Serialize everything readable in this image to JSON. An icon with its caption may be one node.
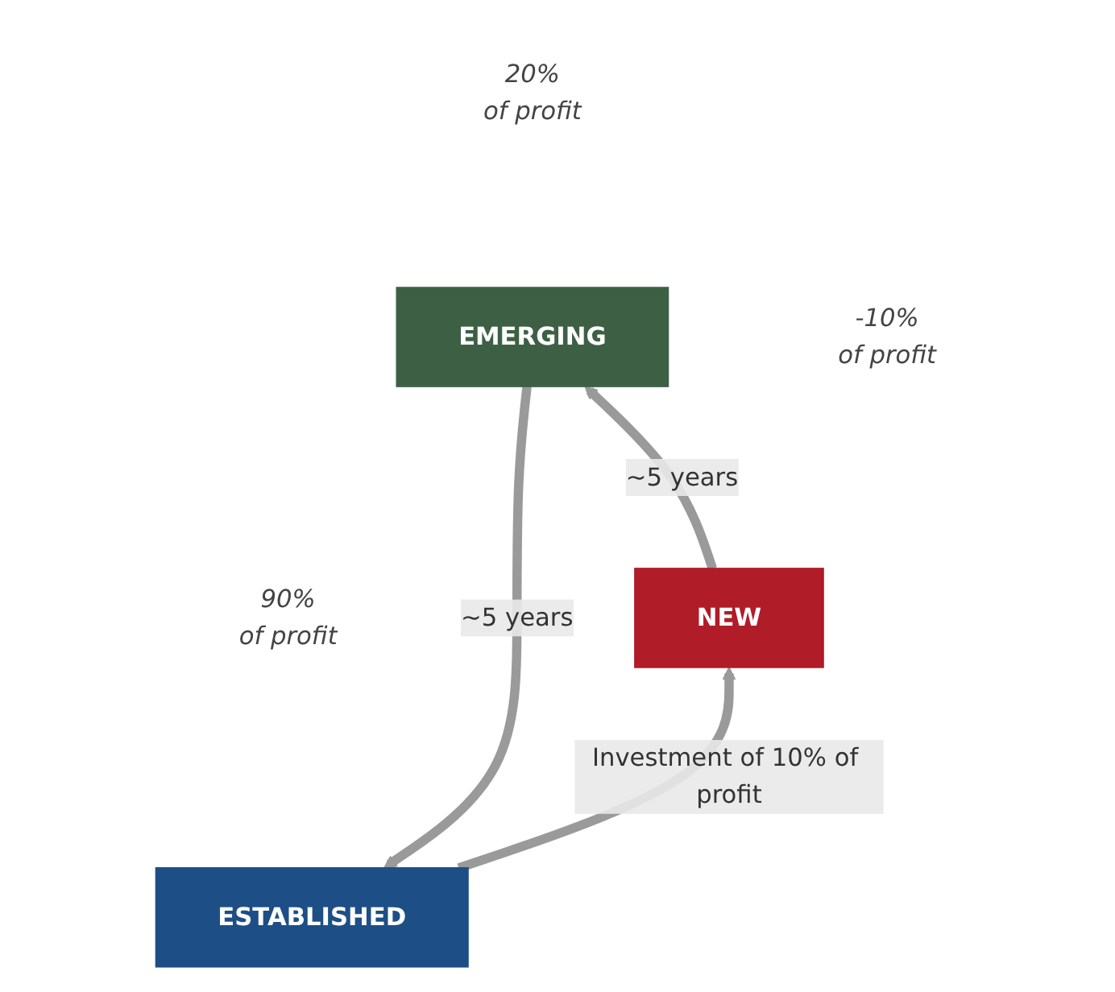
{
  "diagram": {
    "nodes": [
      {
        "text": [
          "ESTABLISHED"
        ],
        "beside": [
          "90%",
          "of profit"
        ]
      },
      {
        "text": [
          "EMERGING"
        ],
        "beside": [
          "20%",
          "of profit"
        ]
      },
      {
        "text": [
          "NEW"
        ],
        "beside": [
          "-10%",
          "of profit"
        ]
      }
    ],
    "edges": [
      {
        "from": 2,
        "to": 1,
        "arrow": "to",
        "label": "~5 years"
      },
      {
        "from": 1,
        "to": 0,
        "arrow": "to",
        "label": "~5 years"
      },
      {
        "from": 0,
        "to": 2,
        "arrow": "to",
        "label": "Investment of 10% of profit"
      }
    ]
  }
}
